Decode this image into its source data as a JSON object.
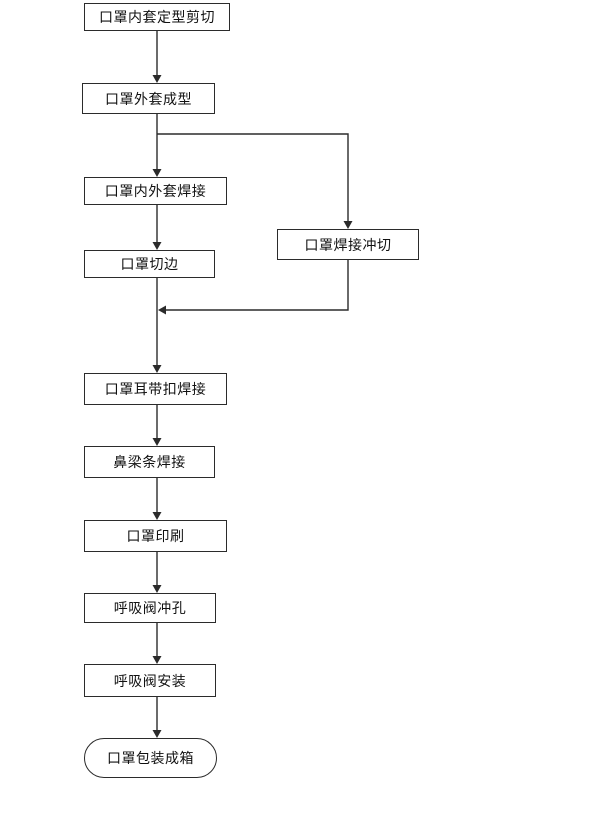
{
  "flowchart": {
    "title": "mask-production-process-flowchart",
    "nodes": [
      {
        "label": "口罩内套定型剪切",
        "shape": "process"
      },
      {
        "label": "口罩外套成型",
        "shape": "process"
      },
      {
        "label": "口罩内外套焊接",
        "shape": "process"
      },
      {
        "label": "口罩切边",
        "shape": "process"
      },
      {
        "label": "口罩焊接冲切",
        "shape": "process"
      },
      {
        "label": "口罩耳带扣焊接",
        "shape": "process"
      },
      {
        "label": "鼻梁条焊接",
        "shape": "process"
      },
      {
        "label": "口罩印刷",
        "shape": "process"
      },
      {
        "label": "呼吸阀冲孔",
        "shape": "process"
      },
      {
        "label": "呼吸阀安装",
        "shape": "process"
      },
      {
        "label": "口罩包装成箱",
        "shape": "terminator"
      }
    ],
    "edges": [
      {
        "from": 0,
        "to": 1
      },
      {
        "from": 1,
        "to": 2
      },
      {
        "from": 1,
        "to": 4
      },
      {
        "from": 2,
        "to": 3
      },
      {
        "from": 3,
        "to": 5
      },
      {
        "from": 4,
        "to": 5
      },
      {
        "from": 5,
        "to": 6
      },
      {
        "from": 6,
        "to": 7
      },
      {
        "from": 7,
        "to": 8
      },
      {
        "from": 8,
        "to": 9
      },
      {
        "from": 9,
        "to": 10
      }
    ],
    "colors": {
      "background": "#ffffff",
      "line": "#2b2b2b",
      "text": "#111111",
      "node_fill": "#ffffff"
    }
  }
}
